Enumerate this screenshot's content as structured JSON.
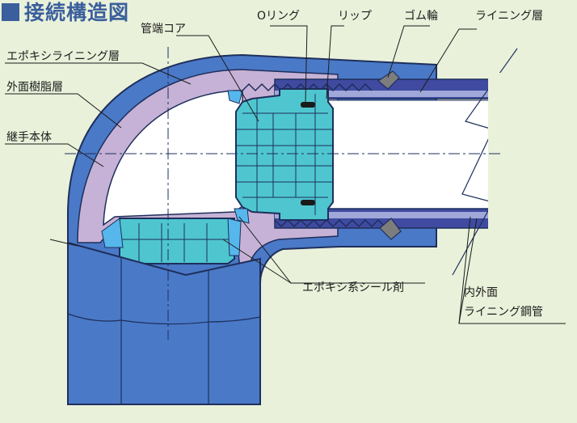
{
  "diagram": {
    "title": "接続構造図",
    "labels": {
      "pipe_end_core": "管端コア",
      "o_ring": "Oリング",
      "lip": "リップ",
      "rubber_ring": "ゴム輪",
      "lining_layer": "ライニング層",
      "epoxy_lining_layer": "エポキシライニング層",
      "outer_resin_layer": "外面樹脂層",
      "fitting_body": "継手本体",
      "epoxy_sealant": "エポキシ系シール剤",
      "steel_pipe_line1": "内外面",
      "steel_pipe_line2": "ライニング鋼管"
    },
    "colors": {
      "background": "#e9f1da",
      "title": "#3b5f9c",
      "fitting_body": "#4a79c7",
      "outline": "#1e2f5c",
      "epoxy_lining": "#c6b2d6",
      "core": "#4fc6cf",
      "sealant": "#56b7ec",
      "pipe_lining": "#3f4aa0",
      "pipe_bore": "#ffffff",
      "rubber": "#7d7d7d"
    }
  }
}
